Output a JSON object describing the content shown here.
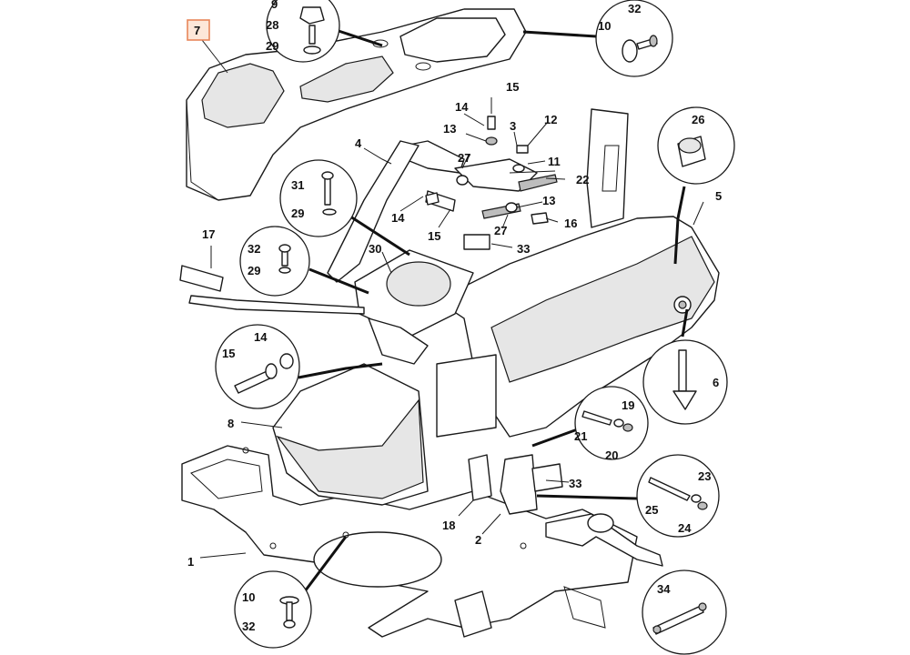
{
  "labels": {
    "l1": "1",
    "l2": "2",
    "l3": "3",
    "l4": "4",
    "l5": "5",
    "l6": "6",
    "l7": "7",
    "l8": "8",
    "l9": "9",
    "l10a": "10",
    "l10b": "10",
    "l11": "11",
    "l12": "12",
    "l13a": "13",
    "l13b": "13",
    "l14a": "14",
    "l14b": "14",
    "l14c": "14",
    "l15a": "15",
    "l15b": "15",
    "l15c": "15",
    "l16": "16",
    "l17": "17",
    "l18": "18",
    "l19": "19",
    "l20": "20",
    "l21": "21",
    "l22": "22",
    "l23": "23",
    "l24": "24",
    "l25": "25",
    "l26": "26",
    "l27a": "27",
    "l27b": "27",
    "l28": "28",
    "l29a": "29",
    "l29b": "29",
    "l29c": "29",
    "l30": "30",
    "l31": "31",
    "l32a": "32",
    "l32b": "32",
    "l32c": "32",
    "l33a": "33",
    "l33b": "33",
    "l34": "34"
  },
  "highlight_color": "#e8865a"
}
